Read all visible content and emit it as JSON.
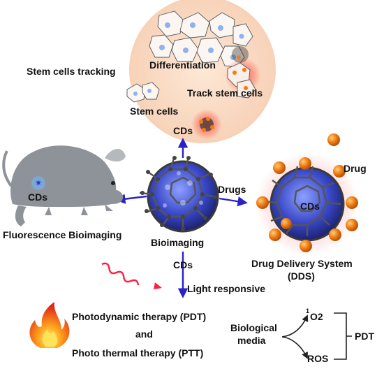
{
  "labels": {
    "stem_cells_tracking": "Stem cells tracking",
    "differentiation": "Differentiation",
    "track_stem_cells": "Track stem cells",
    "stem_cells": "Stem cells",
    "cds_top": "CDs",
    "drug": "Drug",
    "drugs": "Drugs",
    "cds_mouse": "CDs",
    "cds_dds": "CDs",
    "fluorescence_bioimaging": "Fluorescence Bioimaging",
    "bioimaging": "Bioimaging",
    "drug_delivery_system": "Drug Delivery System",
    "dds": "(DDS)",
    "cds_light": "CDs",
    "light_responsive": "Light responsive",
    "pdt_full": "Photodynamic therapy (PDT)",
    "and": "and",
    "ptt_full": "Photo thermal therapy (PTT)",
    "biological_media_1": "Biological",
    "biological_media_2": "media",
    "o2_sup": "1",
    "o2": "O2",
    "ros": "ROS",
    "pdt_short": "PDT"
  },
  "colors": {
    "arrow": "#2a22c8",
    "cage_fill": "#3a48c8",
    "glow": "#ff3b2f",
    "drug_ball": "#f07d12",
    "mouse": "#8e9399",
    "cell_circle": "#fde3cf",
    "wave": "#ff2040"
  },
  "icons": [
    "fullerene-icon",
    "mouse-icon",
    "flame-icon",
    "wavy-light-icon",
    "cell-cluster-icon",
    "drug-ball-icon"
  ]
}
